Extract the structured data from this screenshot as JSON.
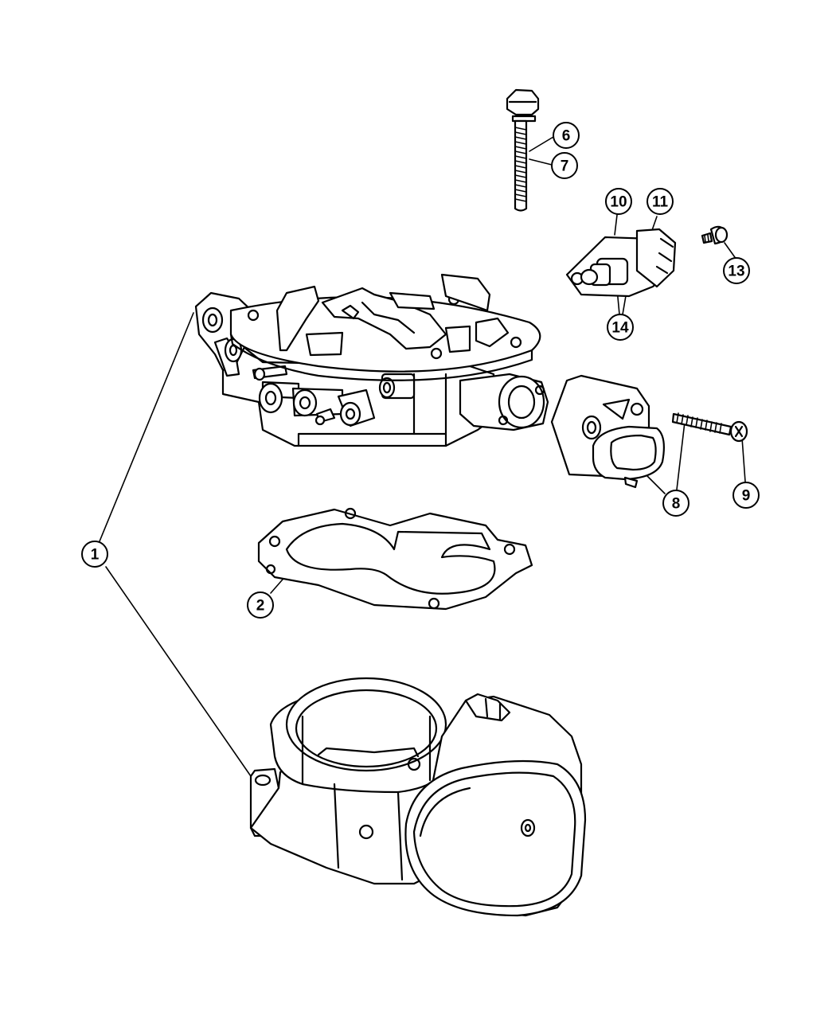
{
  "callouts": [
    {
      "id": "c1",
      "label": "1"
    },
    {
      "id": "c2",
      "label": "2"
    },
    {
      "id": "c6",
      "label": "6"
    },
    {
      "id": "c7",
      "label": "7"
    },
    {
      "id": "c8",
      "label": "8"
    },
    {
      "id": "c9",
      "label": "9"
    },
    {
      "id": "c10",
      "label": "10"
    },
    {
      "id": "c11",
      "label": "11"
    },
    {
      "id": "c13",
      "label": "13"
    },
    {
      "id": "c14",
      "label": "14"
    }
  ]
}
